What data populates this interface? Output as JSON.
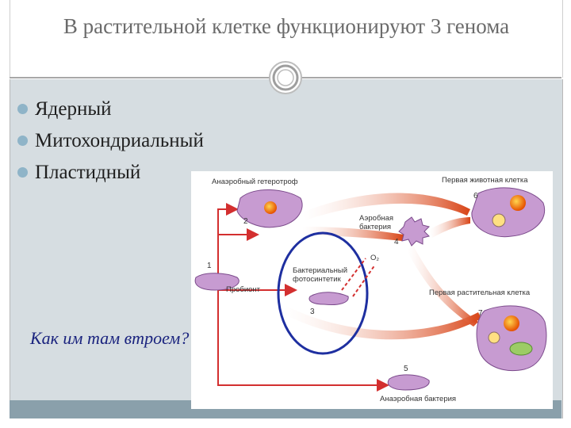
{
  "slide": {
    "title": "В растительной клетке функционируют 3 генома",
    "bullets": [
      "Ядерный",
      "Митохондриальный",
      "Пластидный"
    ],
    "question": "Как им там втроем?"
  },
  "diagram": {
    "labels": {
      "anaerobic_heterotroph": "Анаэробный гетеротроф",
      "first_animal_cell": "Первая животная клетка",
      "aerobic_bacterium_line1": "Аэробная",
      "aerobic_bacterium_line2": "бактерия",
      "o2": "O₂",
      "bacterial_line1": "Бактериальный",
      "bacterial_line2": "фотосинтетик",
      "probiont": "Пробионт",
      "first_plant_cell": "Первая растительная клетка",
      "anaerobic_bacterium": "Анаэробная бактерия"
    },
    "numbers": [
      "1",
      "2",
      "3",
      "4",
      "5",
      "6",
      "7"
    ]
  },
  "colors": {
    "accent_blue": "#8fb4c8",
    "panel_bg": "#d6dde1",
    "bottom_bar": "#8aa0ab",
    "question_text": "#1a237e",
    "arrow_red": "#d32f2f",
    "cell_purple": "#b98ac4",
    "circle_blue": "#1e2fa0"
  }
}
